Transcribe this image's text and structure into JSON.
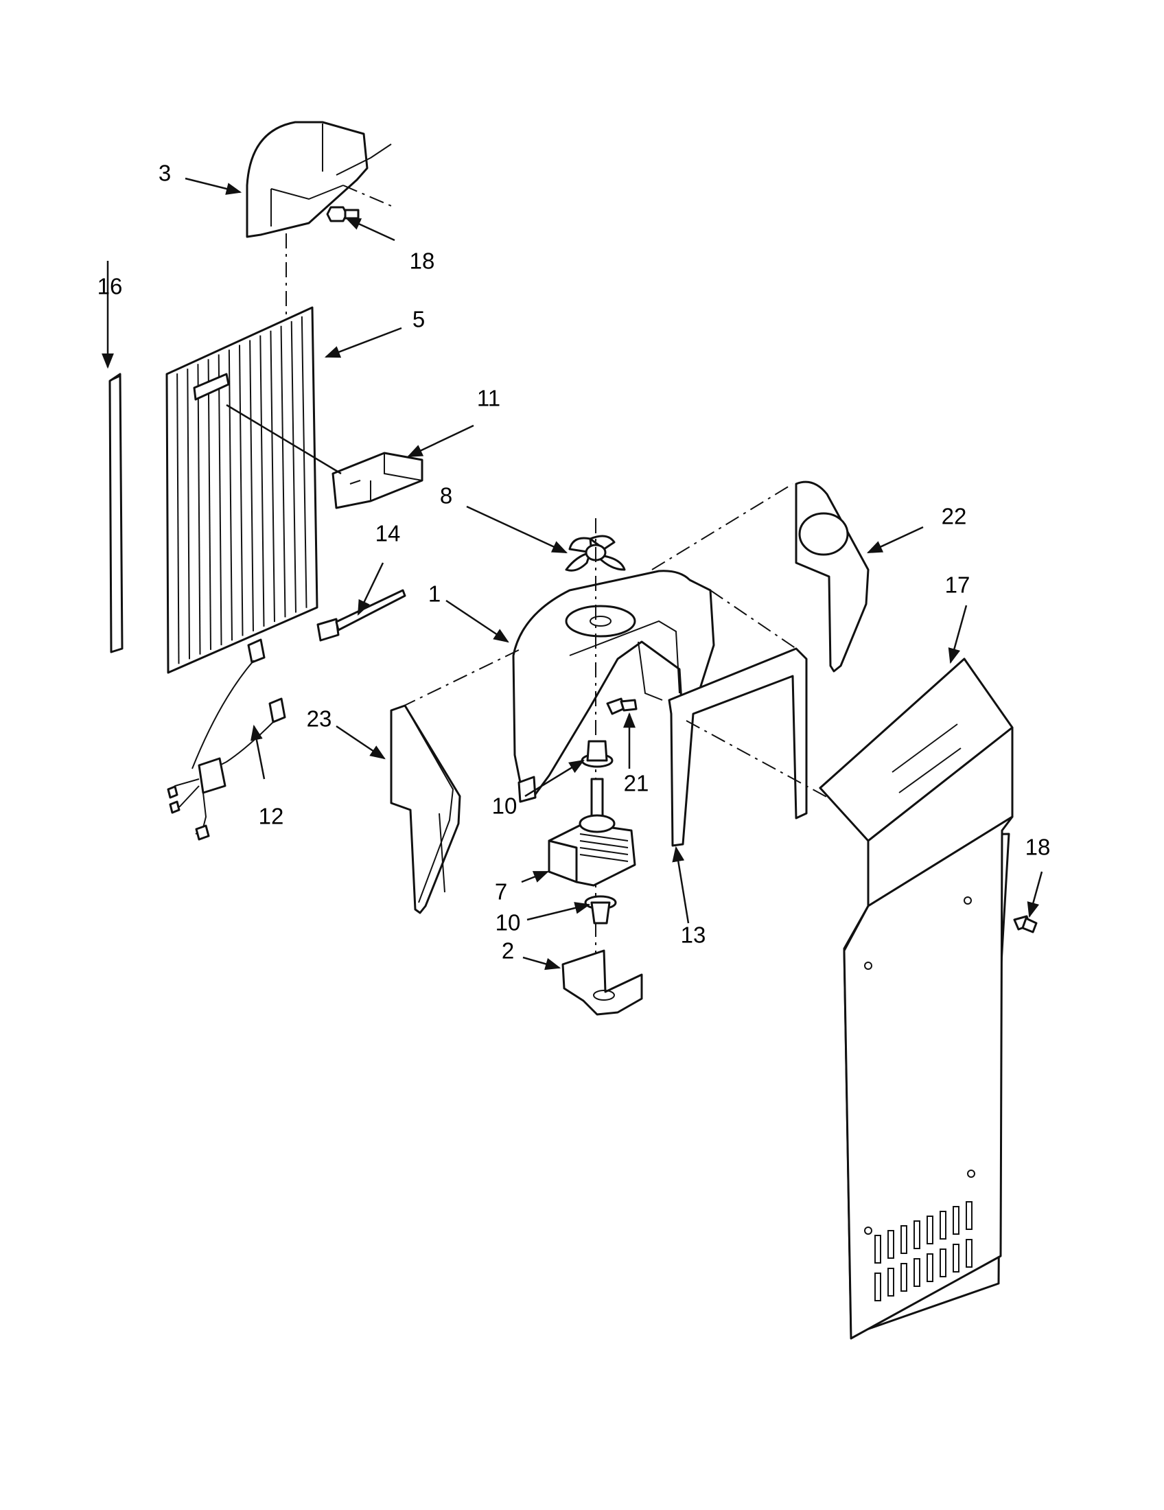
{
  "callouts": {
    "c1": "1",
    "c2": "2",
    "c3": "3",
    "c5": "5",
    "c7": "7",
    "c8": "8",
    "c10a": "10",
    "c10b": "10",
    "c11": "11",
    "c12": "12",
    "c13": "13",
    "c14": "14",
    "c16": "16",
    "c17": "17",
    "c18a": "18",
    "c18b": "18",
    "c21": "21",
    "c22": "22",
    "c23": "23"
  },
  "colors": {
    "line": "#111111",
    "background": "#ffffff"
  }
}
